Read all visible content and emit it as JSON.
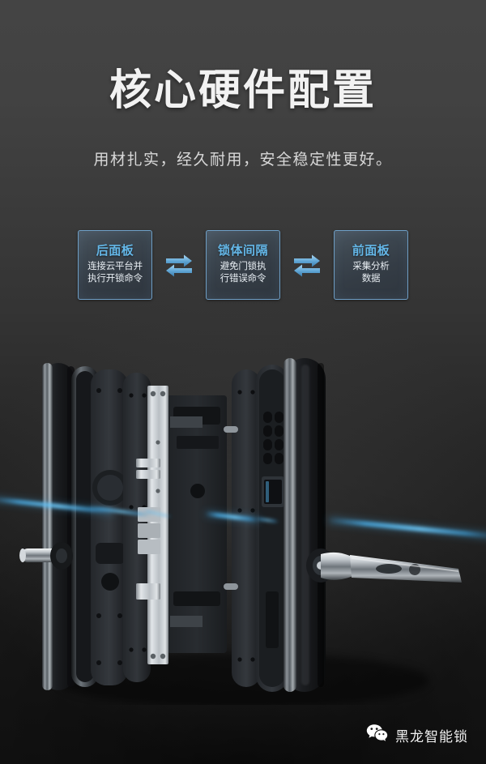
{
  "page": {
    "background_top_color": "#444444",
    "background_bottom_color": "#141414"
  },
  "header": {
    "title": "核心硬件配置",
    "subtitle": "用材扎实，经久耐用，安全稳定性更好。"
  },
  "flow": {
    "accent_color": "#64b7e8",
    "border_color": "#6f9fc6",
    "arrow_icon_name": "bidirectional-arrow-icon",
    "boxes": [
      {
        "title": "后面板",
        "desc_line1": "连接云平台并",
        "desc_line2": "执行开锁命令"
      },
      {
        "title": "锁体间隔",
        "desc_line1": "避免门锁执",
        "desc_line2": "行错误命令"
      },
      {
        "title": "前面板",
        "desc_line1": "采集分析",
        "desc_line2": "数据"
      }
    ]
  },
  "product": {
    "alt": "智能门锁爆炸图",
    "beam_color": "#3fa4e0",
    "metal_color": "#c9ced2",
    "body_color": "#1d1f22"
  },
  "footer": {
    "brand": "黑龙智能锁",
    "icon_name": "wechat-icon",
    "icon_color": "#ffffff"
  }
}
